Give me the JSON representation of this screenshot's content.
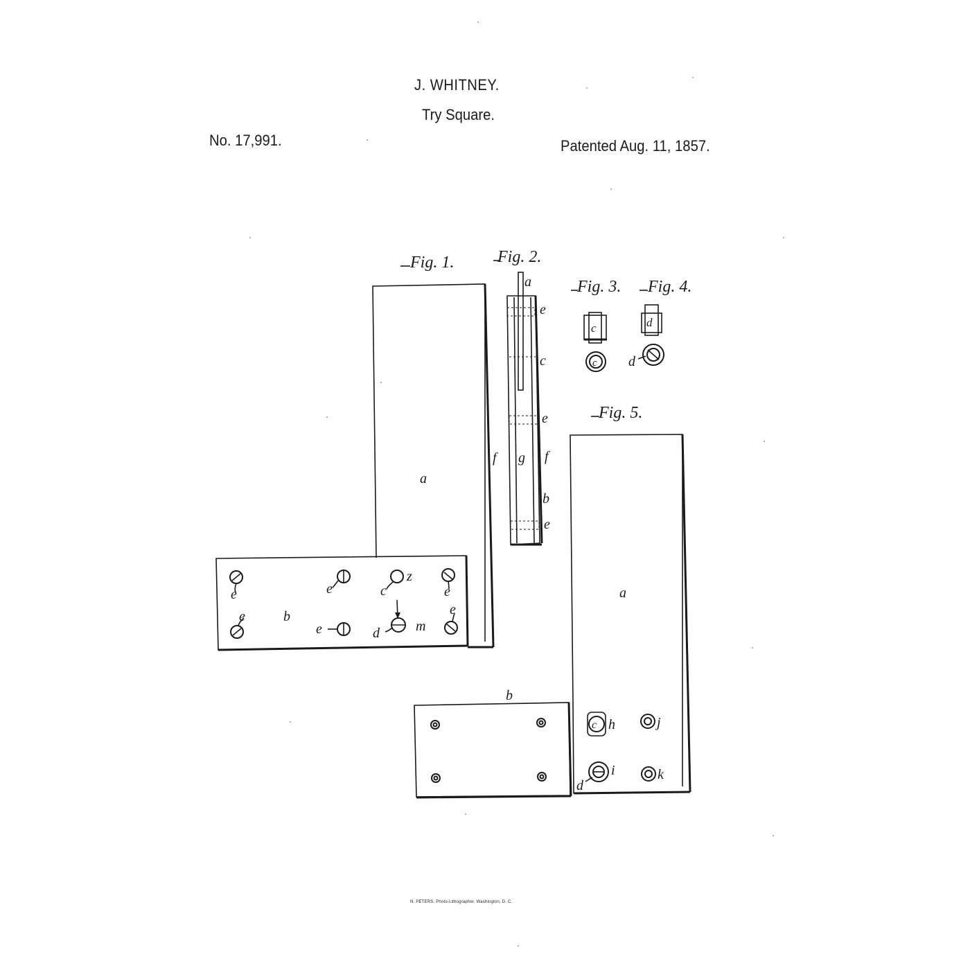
{
  "header": {
    "inventor": "J. WHITNEY.",
    "title": "Try Square.",
    "patent_number": "No. 17,991.",
    "patent_date": "Patented Aug. 11, 1857."
  },
  "figures": {
    "fig1": "Fig. 1.",
    "fig2": "Fig. 2.",
    "fig3": "Fig. 3.",
    "fig4": "Fig. 4.",
    "fig5": "Fig. 5."
  },
  "labels": {
    "a": "a",
    "b": "b",
    "c": "c",
    "d": "d",
    "e": "e",
    "f": "f",
    "g": "g",
    "h": "h",
    "i": "i",
    "j": "j",
    "k": "k",
    "m": "m",
    "z": "z"
  },
  "footer": {
    "printer": "N. PETERS. Photo-Lithographer. Washington, D. C."
  }
}
